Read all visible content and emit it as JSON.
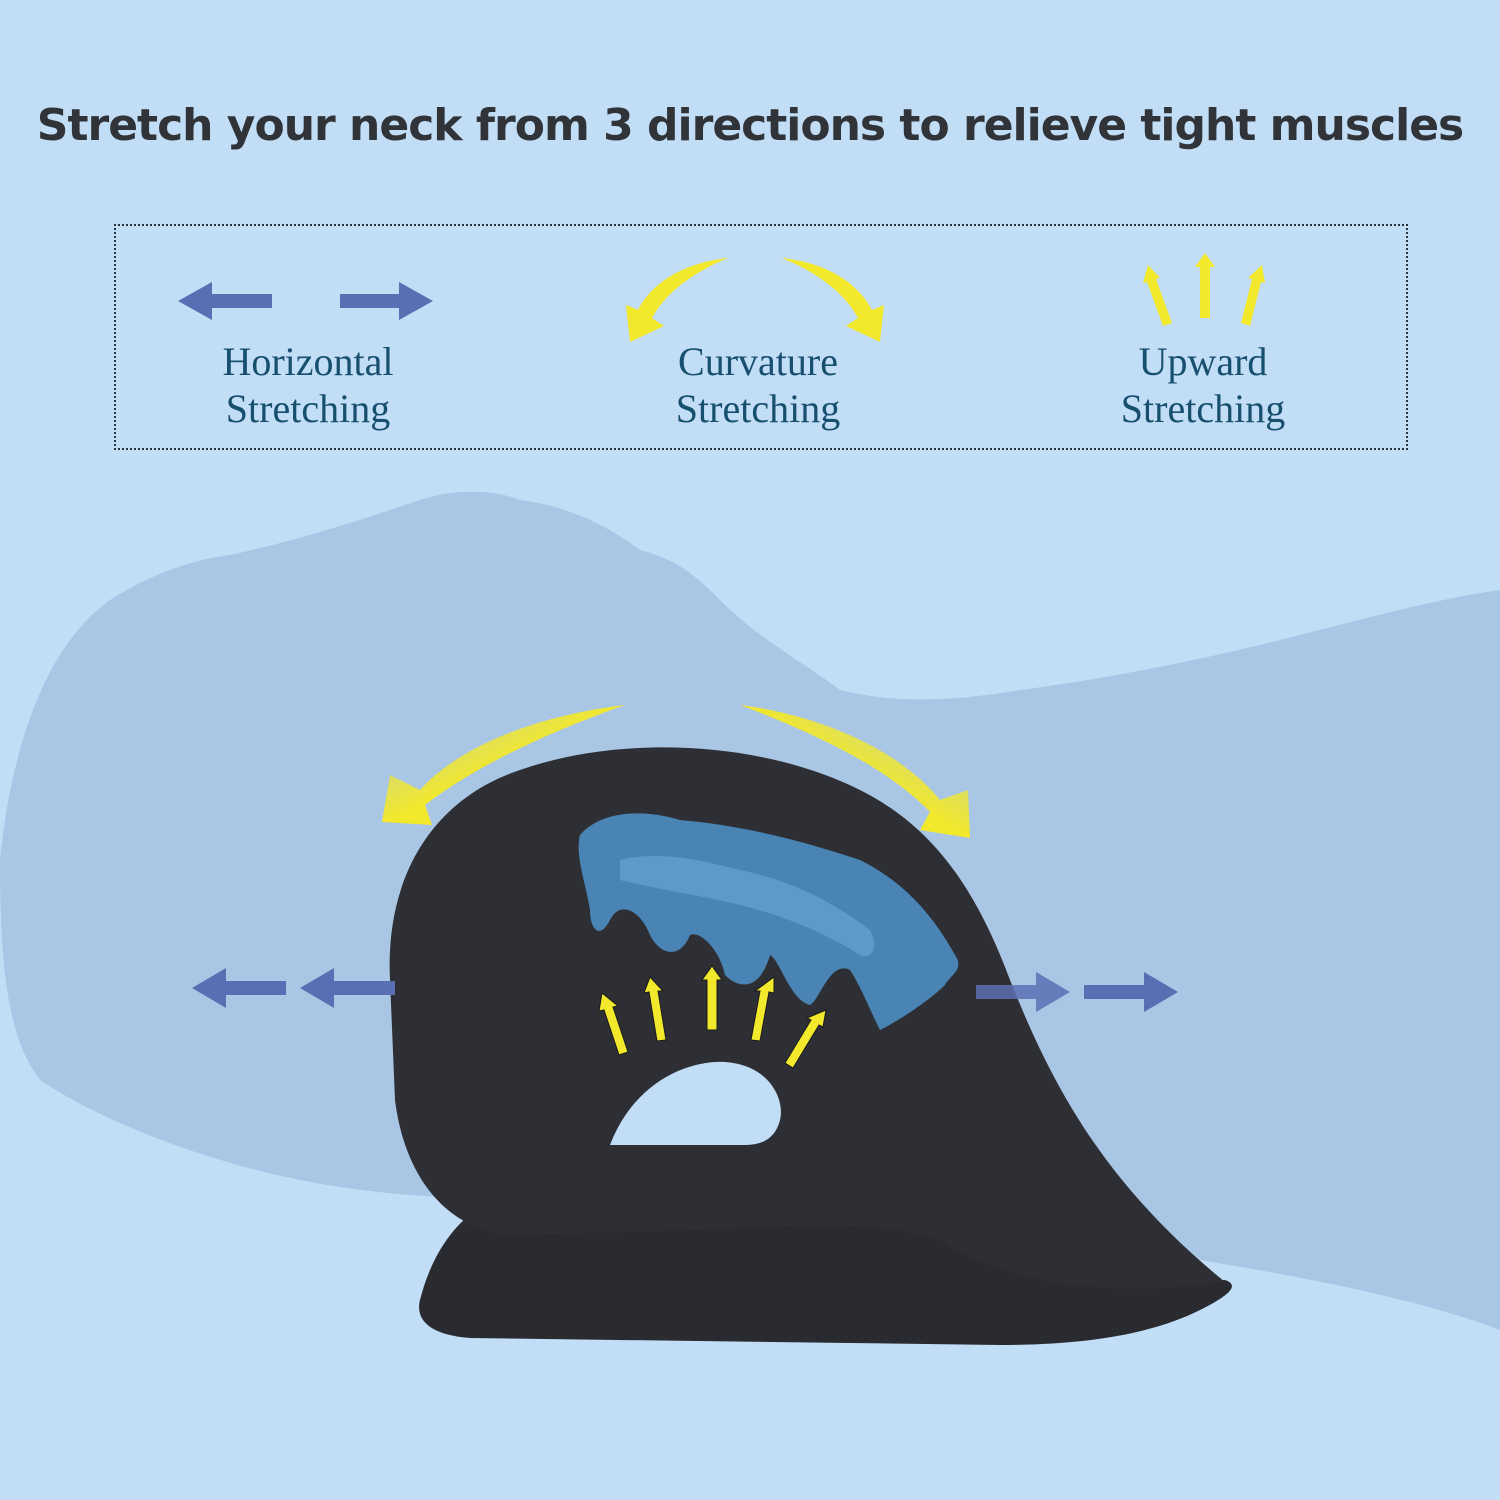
{
  "title": "Stretch your neck from 3 directions to relieve tight muscles",
  "legend": {
    "items": [
      {
        "line1": "Horizontal",
        "line2": "Stretching",
        "icon": "horizontal-arrows-icon",
        "color": "#5a6eb4"
      },
      {
        "line1": "Curvature",
        "line2": "Stretching",
        "icon": "curved-arrows-icon",
        "color": "#f2e82c"
      },
      {
        "line1": "Upward",
        "line2": "Stretching",
        "icon": "upward-arrows-icon",
        "color": "#f2e82c"
      }
    ]
  },
  "colors": {
    "background": "#c2ddf6",
    "silhouette": "#a9c6e4",
    "pillow": "#2d2e33",
    "spine": "#4d8ec2",
    "arrow_blue": "#5a6eb4",
    "arrow_yellow": "#f2e82c",
    "text": "#17506e",
    "title": "#303438"
  }
}
